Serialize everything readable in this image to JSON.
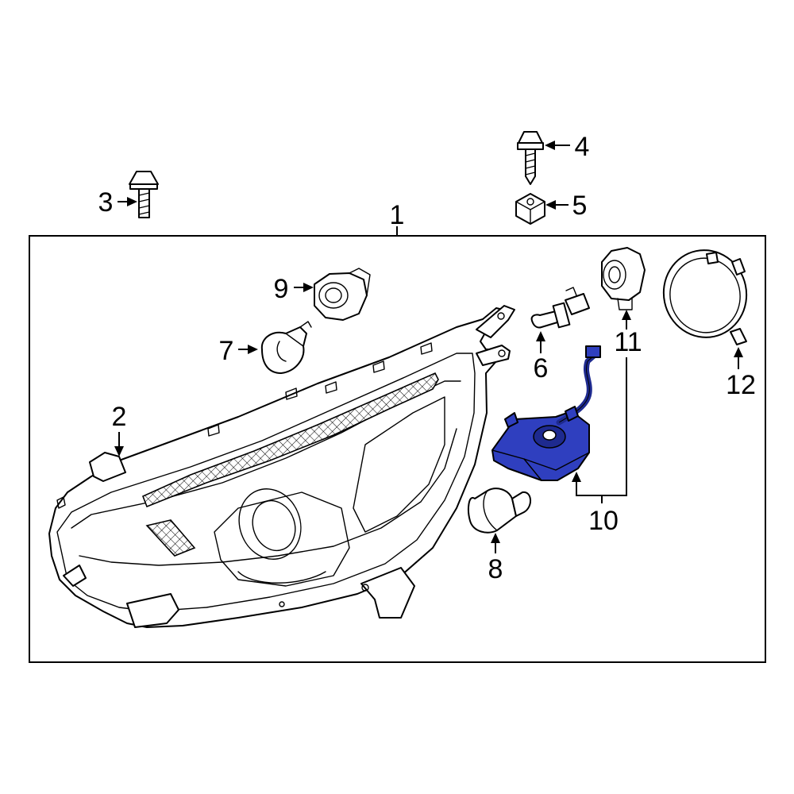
{
  "callouts": {
    "c1": "1",
    "c2": "2",
    "c3": "3",
    "c4": "4",
    "c5": "5",
    "c6": "6",
    "c7": "7",
    "c8": "8",
    "c9": "9",
    "c10": "10",
    "c11": "11",
    "c12": "12"
  },
  "colors": {
    "highlight_part": "#2f3fbf",
    "line": "#000000",
    "background": "#ffffff"
  },
  "highlighted_callout": "10"
}
